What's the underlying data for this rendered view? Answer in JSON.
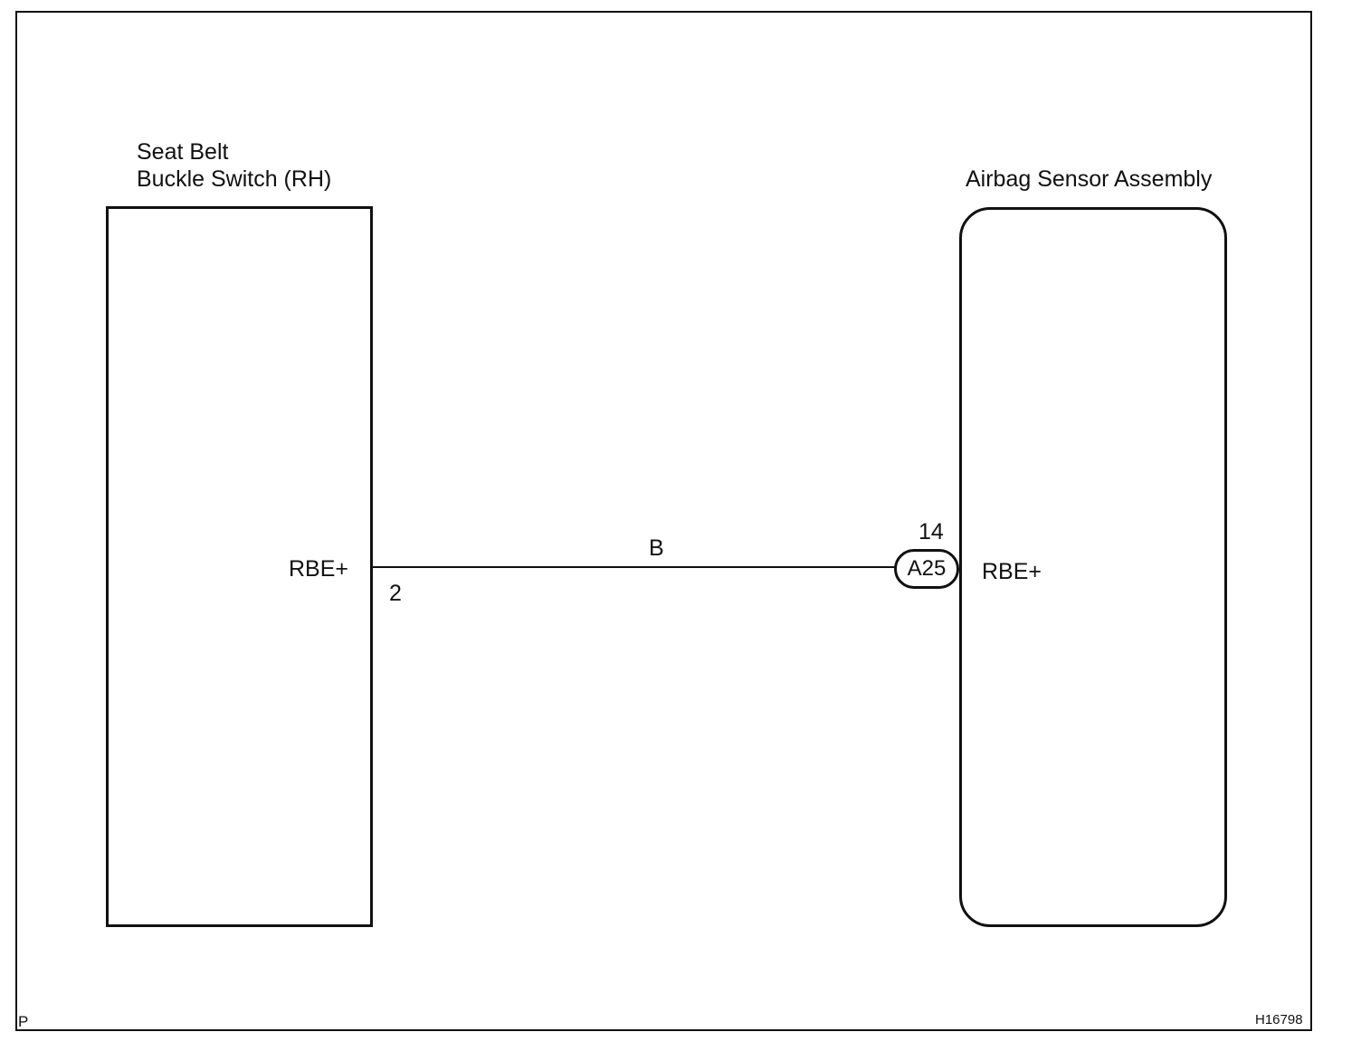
{
  "diagram": {
    "left_component": {
      "title_line1": "Seat Belt",
      "title_line2": "Buckle Switch (RH)",
      "terminal_name": "RBE+",
      "pin": "2"
    },
    "wire": {
      "color_code": "B"
    },
    "right_component": {
      "title": "Airbag Sensor Assembly",
      "terminal_name": "RBE+",
      "pin": "14",
      "connector": "A25"
    },
    "corner_mark": "P",
    "figure_code": "H16798"
  }
}
